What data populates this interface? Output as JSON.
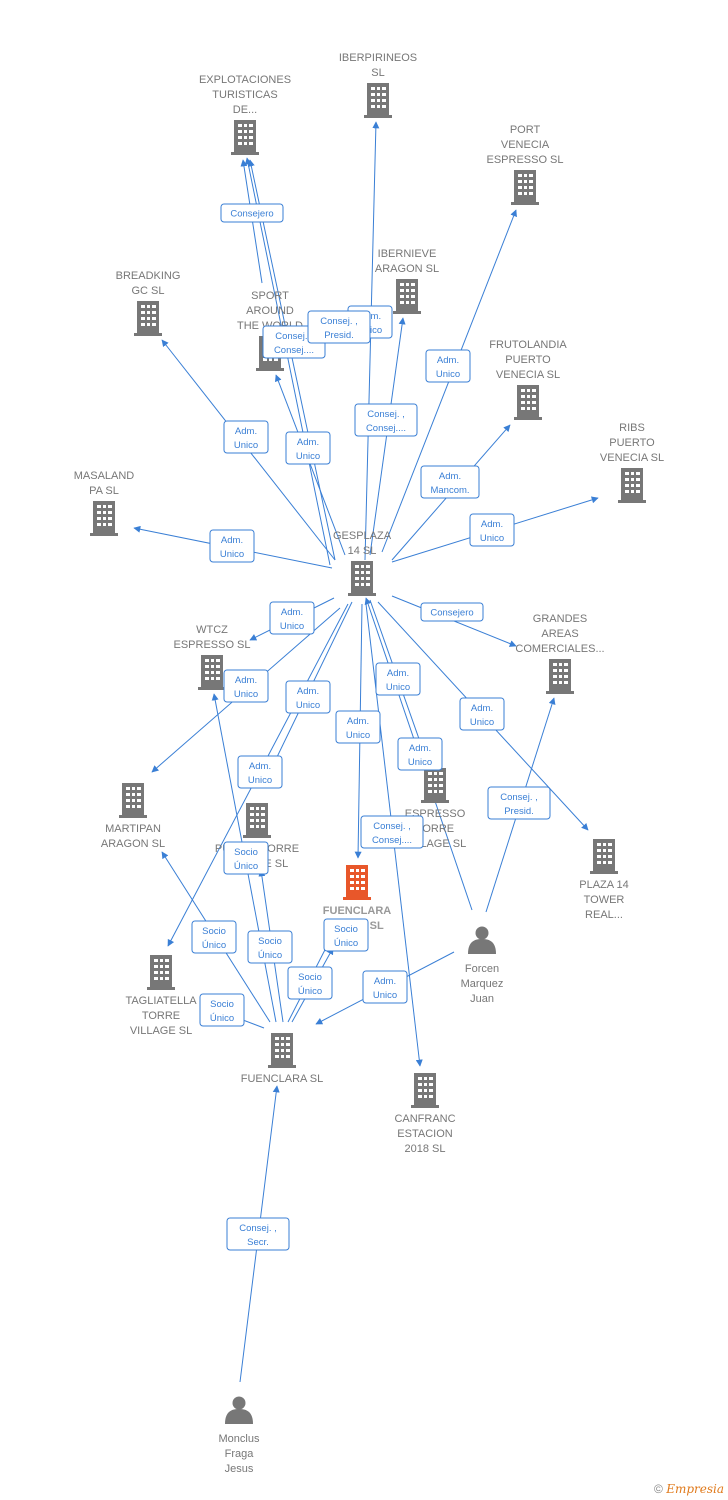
{
  "colors": {
    "edge": "#3a7fd5",
    "company": "#777777",
    "focus": "#e8572a",
    "person": "#777777"
  },
  "footer": {
    "copyright": "©",
    "brand": "Empresia"
  },
  "nodes": [
    {
      "id": "explotaciones",
      "kind": "company",
      "label": [
        "EXPLOTACIONES",
        "TURISTICAS",
        "DE..."
      ]
    },
    {
      "id": "iberpirineos",
      "kind": "company",
      "label": [
        "IBERPIRINEOS",
        "SL"
      ]
    },
    {
      "id": "portvenecia",
      "kind": "company",
      "label": [
        "PORT",
        "VENECIA",
        "ESPRESSO SL"
      ]
    },
    {
      "id": "breadking",
      "kind": "company",
      "label": [
        "BREADKING",
        "GC SL"
      ]
    },
    {
      "id": "sportaround",
      "kind": "company",
      "label": [
        "SPORT",
        "AROUND",
        "THE WORLD"
      ]
    },
    {
      "id": "ibernieve",
      "kind": "company",
      "label": [
        "IBERNIEVE",
        "ARAGON  SL"
      ]
    },
    {
      "id": "frutolandia",
      "kind": "company",
      "label": [
        "FRUTOLANDIA",
        "PUERTO",
        "VENECIA SL"
      ]
    },
    {
      "id": "ribs",
      "kind": "company",
      "label": [
        "RIBS",
        "PUERTO",
        "VENECIA SL"
      ]
    },
    {
      "id": "masaland",
      "kind": "company",
      "label": [
        "MASALAND",
        "PA SL"
      ]
    },
    {
      "id": "gesplaza",
      "kind": "company",
      "label": [
        "GESPLAZA",
        "14 SL"
      ]
    },
    {
      "id": "wtcz",
      "kind": "company",
      "label": [
        "WTCZ",
        "ESPRESSO  SL"
      ]
    },
    {
      "id": "grandesareas",
      "kind": "company",
      "label": [
        "GRANDES",
        "AREAS",
        "COMERCIALES..."
      ]
    },
    {
      "id": "martipan",
      "kind": "company",
      "label": [
        "MARTIPAN",
        "ARAGON SL"
      ]
    },
    {
      "id": "espressotorre",
      "kind": "company",
      "label": [
        "ESPRESSO",
        "TORRE",
        "VILLAGE  SL"
      ]
    },
    {
      "id": "plaza14",
      "kind": "company",
      "label": [
        "PLAZA 14",
        "TOWER",
        "REAL..."
      ]
    },
    {
      "id": "puertatorre",
      "kind": "company",
      "label": [
        "PUERTA TORRE",
        "VILLAGE  SL"
      ]
    },
    {
      "id": "fuenclaraplaza",
      "kind": "focus",
      "label": [
        "FUENCLARA",
        "PLAZA  SL"
      ]
    },
    {
      "id": "forcen",
      "kind": "person",
      "label": [
        "Forcen",
        "Marquez",
        "Juan"
      ]
    },
    {
      "id": "tagliatella",
      "kind": "company",
      "label": [
        "TAGLIATELLA",
        "TORRE",
        "VILLAGE  SL"
      ]
    },
    {
      "id": "fuenclara",
      "kind": "company",
      "label": [
        "FUENCLARA SL"
      ]
    },
    {
      "id": "canfranc",
      "kind": "company",
      "label": [
        "CANFRANC",
        "ESTACION",
        "2018  SL"
      ]
    },
    {
      "id": "monclus",
      "kind": "person",
      "label": [
        "Monclus",
        "Fraga",
        "Jesus"
      ]
    }
  ],
  "edges": [
    {
      "from": "gesplaza",
      "to": "explotaciones",
      "label": [
        "Consej. ,",
        "Consej...."
      ]
    },
    {
      "from": "sportaround",
      "to": "explotaciones",
      "label": [
        "Consejero"
      ]
    },
    {
      "from": "gesplaza",
      "to": "iberpirineos",
      "label": [
        "Adm.",
        "Unico"
      ]
    },
    {
      "from": "gesplaza",
      "to": "portvenecia",
      "label": [
        "Adm.",
        "Unico"
      ]
    },
    {
      "from": "gesplaza",
      "to": "breadking",
      "label": [
        "Adm.",
        "Unico"
      ]
    },
    {
      "from": "gesplaza",
      "to": "sportaround",
      "label": [
        "Adm.",
        "Unico"
      ]
    },
    {
      "from": "gesplaza",
      "to": "ibernieve",
      "label": [
        "Consej. ,",
        "Consej...."
      ]
    },
    {
      "from": "gesplaza",
      "to": "frutolandia",
      "label": [
        "Adm.",
        "Mancom."
      ]
    },
    {
      "from": "gesplaza",
      "to": "ribs",
      "label": [
        "Adm.",
        "Unico"
      ]
    },
    {
      "from": "gesplaza",
      "to": "masaland",
      "label": [
        "Adm.",
        "Unico"
      ]
    },
    {
      "from": "gesplaza",
      "to": "wtcz",
      "label": [
        "Adm.",
        "Unico"
      ]
    },
    {
      "from": "gesplaza",
      "to": "grandesareas",
      "label": [
        "Consejero"
      ]
    },
    {
      "from": "gesplaza",
      "to": "martipan",
      "label": [
        "Adm.",
        "Unico"
      ]
    },
    {
      "from": "gesplaza",
      "to": "espressotorre",
      "label": [
        "Adm.",
        "Unico"
      ]
    },
    {
      "from": "gesplaza",
      "to": "plaza14",
      "label": [
        "Adm.",
        "Unico"
      ]
    },
    {
      "from": "gesplaza",
      "to": "puertatorre",
      "label": [
        "Adm.",
        "Unico"
      ]
    },
    {
      "from": "gesplaza",
      "to": "fuenclaraplaza",
      "label": [
        "Adm.",
        "Unico"
      ]
    },
    {
      "from": "gesplaza",
      "to": "tagliatella",
      "label": [
        "Adm.",
        "Unico"
      ]
    },
    {
      "from": "gesplaza",
      "to": "canfranc",
      "label": [
        "Consej. ,",
        "Consej...."
      ]
    },
    {
      "from": "forcen",
      "to": "gesplaza",
      "label": [
        "Adm.",
        "Unico"
      ]
    },
    {
      "from": "forcen",
      "to": "grandesareas",
      "label": [
        "Consej. ,",
        "Presid."
      ]
    },
    {
      "from": "forcen",
      "to": "fuenclara",
      "label": [
        "Adm.",
        "Unico"
      ]
    },
    {
      "from": "fuenclara",
      "to": "martipan",
      "label": [
        "Socio",
        "Único"
      ]
    },
    {
      "from": "fuenclara",
      "to": "wtcz",
      "label": [
        "Socio",
        "Único"
      ]
    },
    {
      "from": "fuenclara",
      "to": "puertatorre",
      "label": [
        "Socio",
        "Único"
      ]
    },
    {
      "from": "fuenclara",
      "to": "fuenclaraplaza",
      "label": [
        "Socio",
        "Único"
      ]
    },
    {
      "from": "fuenclara",
      "to": "tagliatella",
      "label": [
        "Socio",
        "Único"
      ]
    },
    {
      "from": "fuenclara",
      "to": "espressotorre",
      "label": [
        "Socio",
        "Único"
      ]
    },
    {
      "from": "monclus",
      "to": "fuenclara",
      "label": [
        "Consej. ,",
        "Secr."
      ]
    },
    {
      "from": "gesplaza",
      "to": "explotaciones",
      "label": [
        "Consej. ,",
        "Presid."
      ]
    }
  ]
}
